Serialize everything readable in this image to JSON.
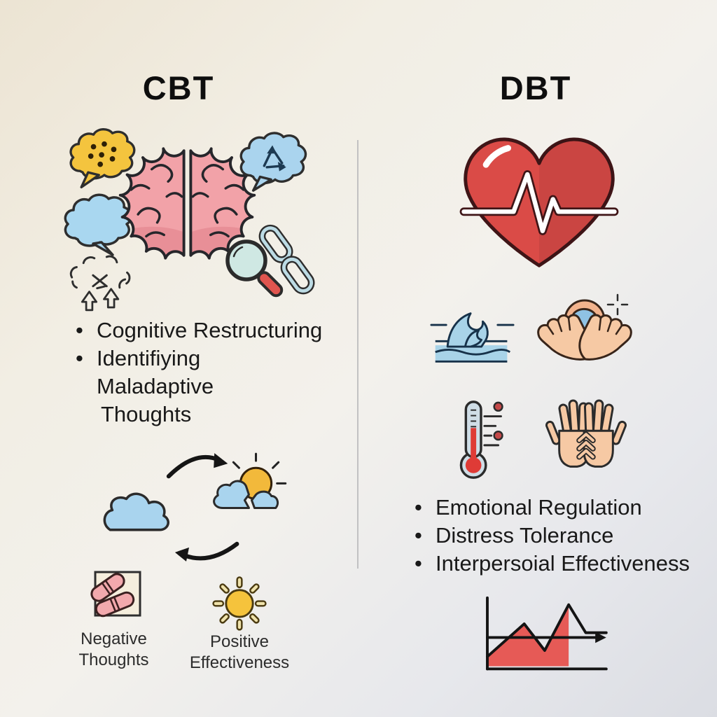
{
  "page": {
    "type": "infographic",
    "topic": "CBT vs DBT therapy comparison"
  },
  "columns": {
    "cbt": {
      "header": "CBT",
      "list": [
        {
          "bullet": "•",
          "text": "Cognitive Restructuring"
        },
        {
          "bullet": "•",
          "text": "Identifiying"
        },
        {
          "bullet": "",
          "text": "Maladaptive"
        },
        {
          "bullet": "",
          "text": "Thoughts"
        }
      ],
      "captions": {
        "negative": "Negative Thoughts",
        "positive": "Positive Effectiveness"
      }
    },
    "dbt": {
      "header": "DBT",
      "list": [
        {
          "bullet": "•",
          "text": "Emotional Regulation"
        },
        {
          "bullet": "•",
          "text": "Distress Tolerance"
        },
        {
          "bullet": "•",
          "text": "Interpersoial Effectiveness"
        }
      ]
    }
  },
  "icons": {
    "cbt": [
      "dotted-speech-bubble",
      "thought-cloud-bubble",
      "brain",
      "recycle-thought-bubble",
      "chain-links",
      "magnifying-glass",
      "change-doodle-arrows",
      "cloud-to-sun-cycle",
      "pills-negative",
      "sun-positive"
    ],
    "dbt": [
      "heartbeat-heart",
      "ocean-wave",
      "hands-holding-swirl",
      "thermometer",
      "open-hands",
      "area-line-chart"
    ]
  },
  "colors": {
    "heart_red": "#da4b47",
    "brain_pink": "#f2a2a8",
    "sky_blue": "#a9d4ee",
    "sun_yellow": "#f5c33c",
    "skin_tone": "#f6c9a4",
    "chart_red": "#e65a56",
    "ink": "#1b1b1b"
  }
}
